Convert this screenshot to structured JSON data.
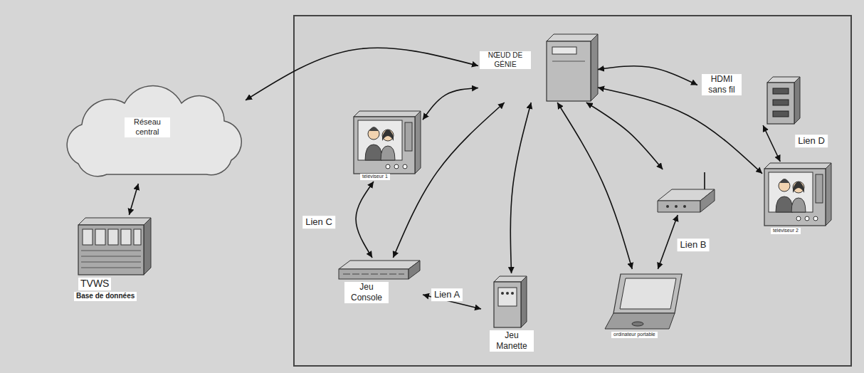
{
  "diagram": {
    "nodes": [
      {
        "text": [
          "NŒUD DE GÉNIE"
        ]
      },
      {
        "text": [
          "HDMI sans fil"
        ]
      },
      {
        "text": [
          "Réseau central"
        ]
      },
      {
        "text": [
          "téléviseur 1"
        ]
      },
      {
        "text": [
          "téléviseur 2"
        ]
      },
      {
        "text": []
      },
      {
        "text": [
          "TVWS",
          "Base de données"
        ]
      },
      {
        "text": [
          "Jeu Console"
        ]
      },
      {
        "text": [
          "Jeu Manette"
        ]
      },
      {
        "text": [
          "ordinateur portable"
        ]
      }
    ],
    "edges": [
      {
        "from": 0,
        "to": 2,
        "arrow": "both"
      },
      {
        "from": 2,
        "to": 6,
        "arrow": "both"
      },
      {
        "from": 0,
        "to": 3,
        "arrow": "both"
      },
      {
        "from": 0,
        "to": 7,
        "arrow": "both"
      },
      {
        "from": 0,
        "to": 8,
        "arrow": "both"
      },
      {
        "from": 0,
        "to": 9,
        "arrow": "both"
      },
      {
        "from": 0,
        "to": 5,
        "arrow": "both"
      },
      {
        "from": 0,
        "to": 1,
        "arrow": "both"
      },
      {
        "from": 0,
        "to": 4,
        "arrow": "both"
      },
      {
        "from": 3,
        "to": 7,
        "label": "Lien C",
        "arrow": "both"
      },
      {
        "from": 7,
        "to": 8,
        "label": "Lien A",
        "arrow": "both"
      },
      {
        "from": 5,
        "to": 9,
        "label": "Lien B",
        "arrow": "both"
      },
      {
        "from": 1,
        "to": 4,
        "label": "Lien D",
        "arrow": "both"
      }
    ]
  }
}
